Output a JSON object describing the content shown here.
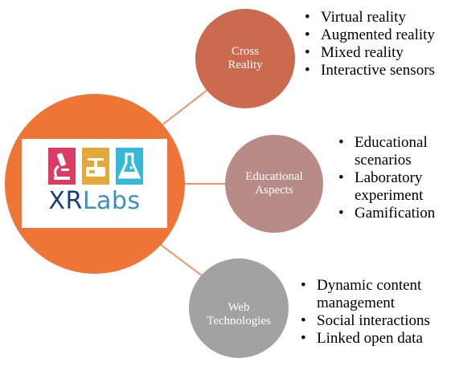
{
  "hub": {
    "logo_icons": [
      "microscope-icon",
      "scale-icon",
      "flask-icon"
    ],
    "logo_text_xr": "XR",
    "logo_text_labs": "Labs",
    "colors": {
      "hub": "#ef7536",
      "tile1": "#dc3b62",
      "tile2": "#e3a93a",
      "tile3": "#36b8d8",
      "xr_text": "#1a3f7a",
      "labs_text": "#3c8ec9"
    }
  },
  "nodes": [
    {
      "id": "cross-reality",
      "label_lines": [
        "Cross",
        "Reality"
      ],
      "color": "#cc6a50",
      "bullets": [
        "Virtual reality",
        "Augmented reality",
        "Mixed reality",
        "Interactive sensors"
      ]
    },
    {
      "id": "educational-aspects",
      "label_lines": [
        "Educational",
        "Aspects"
      ],
      "color": "#b98b86",
      "bullets": [
        [
          "Educational",
          "scenarios"
        ],
        [
          "Laboratory",
          "experiment"
        ],
        [
          "Gamification"
        ]
      ]
    },
    {
      "id": "web-technologies",
      "label_lines": [
        "Web",
        "Technologies"
      ],
      "color": "#a2a2a2",
      "bullets": [
        [
          "Dynamic content",
          "management"
        ],
        [
          "Social interactions"
        ],
        [
          "Linked open data"
        ]
      ]
    }
  ]
}
